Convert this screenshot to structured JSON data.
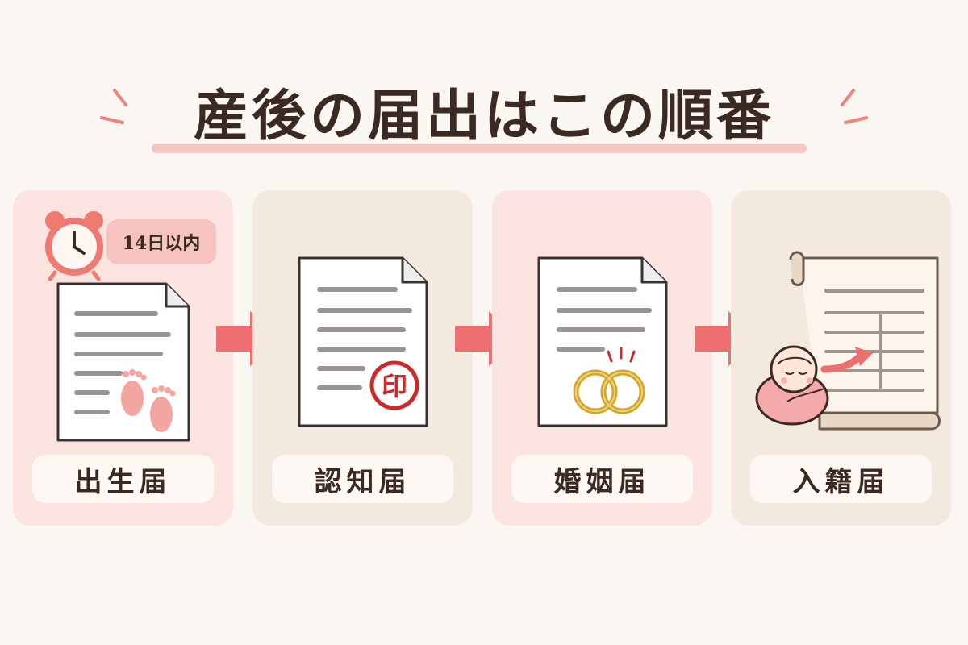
{
  "title": "産後の届出はこの順番",
  "badge": "14日以内",
  "stamp_char": "印",
  "steps": [
    {
      "label": "出生届"
    },
    {
      "label": "認知届"
    },
    {
      "label": "婚姻届"
    },
    {
      "label": "入籍届"
    }
  ],
  "colors": {
    "accent": "#ee6f6f",
    "pink_card": "#fbe3e0",
    "beige_card": "#f3e9de",
    "title_text": "#3a2a22"
  },
  "icons": [
    "alarm-clock-icon",
    "document-icon",
    "footprints-icon",
    "seal-stamp-icon",
    "wedding-rings-icon",
    "scroll-icon",
    "baby-icon",
    "right-arrow-icon"
  ]
}
